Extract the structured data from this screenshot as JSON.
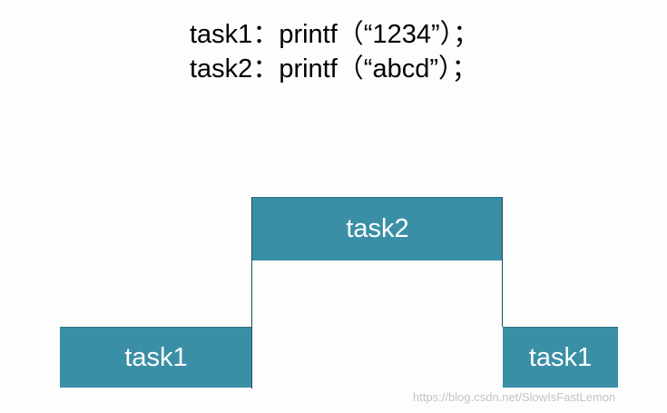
{
  "code": {
    "line1": "task1：printf（“1234”）；",
    "line2": "task2：printf（“abcd”）；"
  },
  "blocks": {
    "first_task1": "task1",
    "task2": "task2",
    "second_task1": "task1"
  },
  "colors": {
    "block_fill": "#3a8fa6",
    "block_text": "#ffffff",
    "background": "#fdfdfd"
  },
  "watermark": "https://blog.csdn.net/SlowIsFastLemon"
}
